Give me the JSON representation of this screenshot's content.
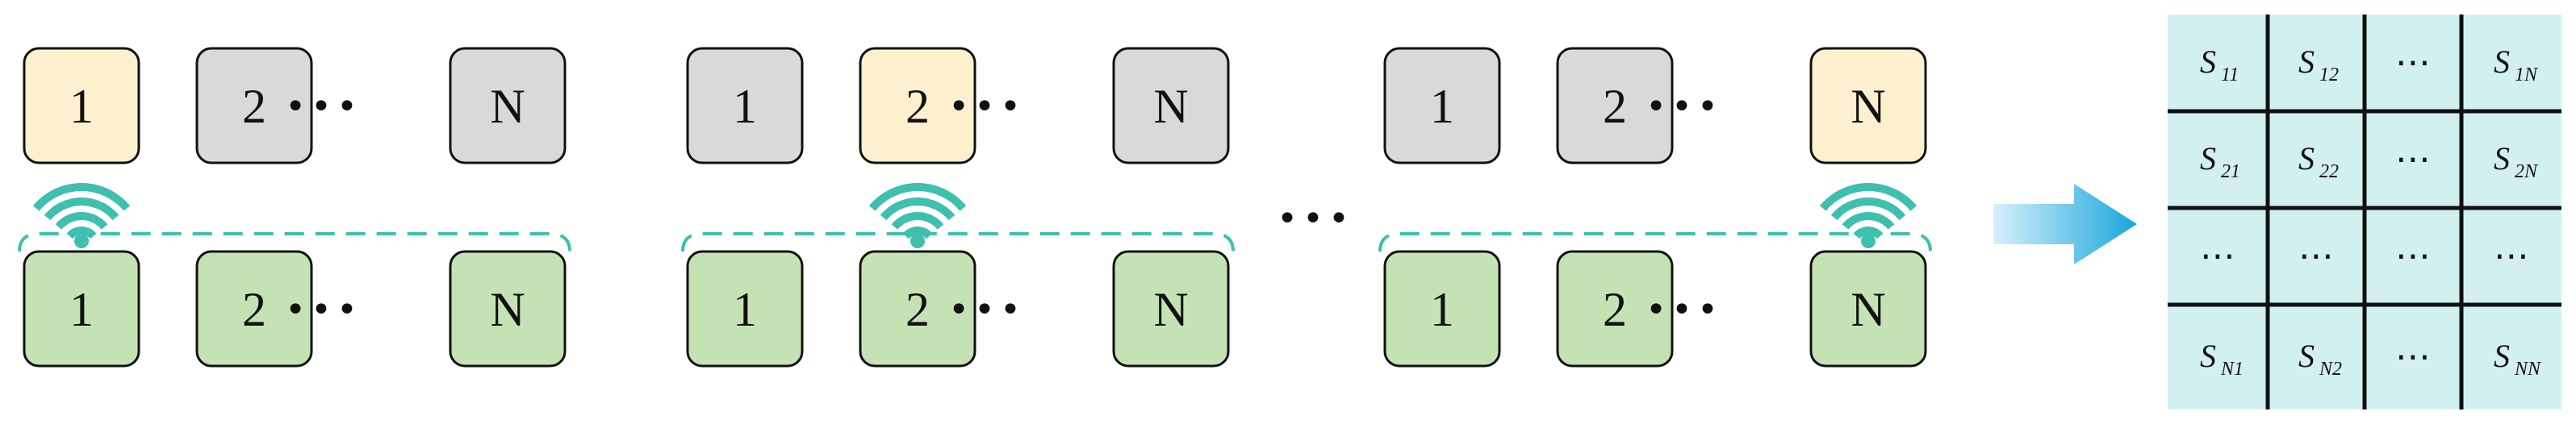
{
  "colors": {
    "highlight_fill": "#fdf0cf",
    "inactive_fill": "#d9d9d9",
    "receiver_fill": "#c5e2b4",
    "signal": "#3fbfb0",
    "matrix_fill": "#d3f0f0",
    "arrow_start": "#d6f0fb",
    "arrow_end": "#1aa6dc"
  },
  "groups": [
    {
      "top_labels": [
        "1",
        "2",
        "N"
      ],
      "highlighted_index": 0,
      "bottom_labels": [
        "1",
        "2",
        "N"
      ],
      "ellipsis": "•••"
    },
    {
      "top_labels": [
        "1",
        "2",
        "N"
      ],
      "highlighted_index": 1,
      "bottom_labels": [
        "1",
        "2",
        "N"
      ],
      "ellipsis": "•••"
    },
    {
      "top_labels": [
        "1",
        "2",
        "N"
      ],
      "highlighted_index": 2,
      "bottom_labels": [
        "1",
        "2",
        "N"
      ],
      "ellipsis": "•••"
    }
  ],
  "between_ellipsis": "•••",
  "arrow_icon": "right-arrow-icon",
  "signal_icon": "wireless-signal-icon",
  "matrix": {
    "rows": [
      [
        {
          "base": "S",
          "sub": "11"
        },
        {
          "base": "S",
          "sub": "12"
        },
        {
          "dots": "⋯"
        },
        {
          "base": "S",
          "sub": "1N"
        }
      ],
      [
        {
          "base": "S",
          "sub": "21"
        },
        {
          "base": "S",
          "sub": "22"
        },
        {
          "dots": "⋯"
        },
        {
          "base": "S",
          "sub": "2N"
        }
      ],
      [
        {
          "dots": "⋯"
        },
        {
          "dots": "⋯"
        },
        {
          "dots": "⋯"
        },
        {
          "dots": "⋯"
        }
      ],
      [
        {
          "base": "S",
          "sub": "N1"
        },
        {
          "base": "S",
          "sub": "N2"
        },
        {
          "dots": "⋯"
        },
        {
          "base": "S",
          "sub": "NN"
        }
      ]
    ]
  }
}
